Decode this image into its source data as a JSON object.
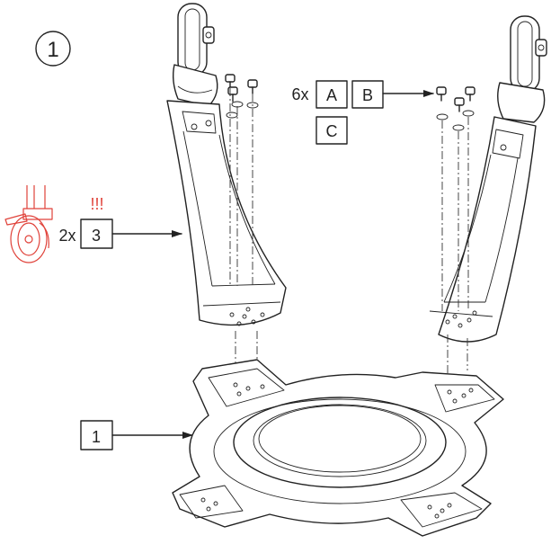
{
  "step": {
    "number": "1"
  },
  "callouts": {
    "screws": {
      "quantity": "6x",
      "part_a": "A",
      "part_b": "B",
      "part_c": "C"
    },
    "legs": {
      "quantity": "2x",
      "part": "3"
    },
    "base": {
      "part": "1"
    }
  },
  "warning": {
    "text": "!!!"
  },
  "colors": {
    "line": "#222222",
    "warning": "#e0423a",
    "background": "#ffffff"
  },
  "icons": [
    "caster-wheel-icon",
    "screw-icon",
    "washer-icon",
    "arrow-icon"
  ]
}
